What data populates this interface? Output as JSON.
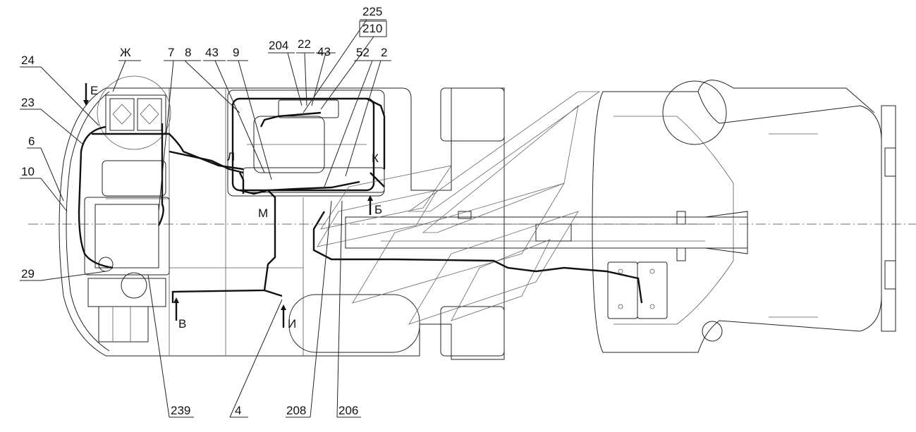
{
  "drawing": {
    "top_labels": [
      "Ж",
      "7",
      "8",
      "43",
      "9",
      "204",
      "22",
      "43",
      "52",
      "2",
      "225",
      "210"
    ],
    "left_labels": [
      "24",
      "23",
      "6",
      "10",
      "29"
    ],
    "bottom_labels": [
      "239",
      "4",
      "208",
      "206"
    ],
    "view_markers": [
      "Е",
      "Л",
      "М",
      "К",
      "Б",
      "В",
      "И"
    ]
  }
}
